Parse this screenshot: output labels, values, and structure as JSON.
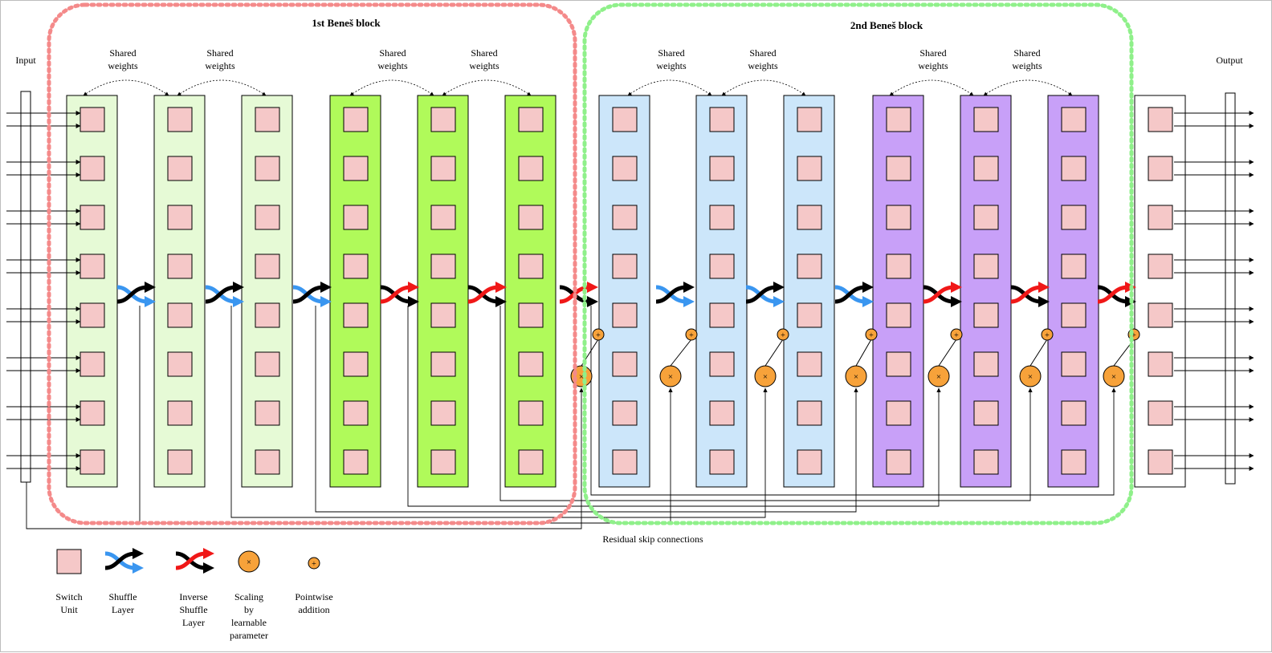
{
  "title_block_1": "1st Beneš block",
  "title_block_2": "2nd Beneš block",
  "input_label": "Input",
  "output_label": "Output",
  "shared_weights_line1": "Shared",
  "shared_weights_line2": "weights",
  "skip_label": "Residual skip connections",
  "colors": {
    "block1_border": "#f48a8a",
    "block2_border": "#8ff08a",
    "light_green": "#e6fad6",
    "bright_green": "#b0fa5a",
    "light_blue": "#cce6fa",
    "purple": "#c8a0f8",
    "switch_unit": "#f5c8c8",
    "shuffle_blue": "#3a96f0",
    "inverse_red": "#f01818",
    "orange": "#f7a23a"
  },
  "legend": [
    {
      "key": "switch",
      "lines": [
        "Switch",
        "Unit"
      ]
    },
    {
      "key": "shuffle",
      "lines": [
        "Shuffle",
        "Layer"
      ]
    },
    {
      "key": "inverse",
      "lines": [
        "Inverse",
        "Shuffle",
        "Layer"
      ]
    },
    {
      "key": "scale",
      "lines": [
        "Scaling",
        "by",
        "learnable",
        "parameter"
      ]
    },
    {
      "key": "add",
      "lines": [
        "Pointwise",
        "addition"
      ]
    }
  ]
}
